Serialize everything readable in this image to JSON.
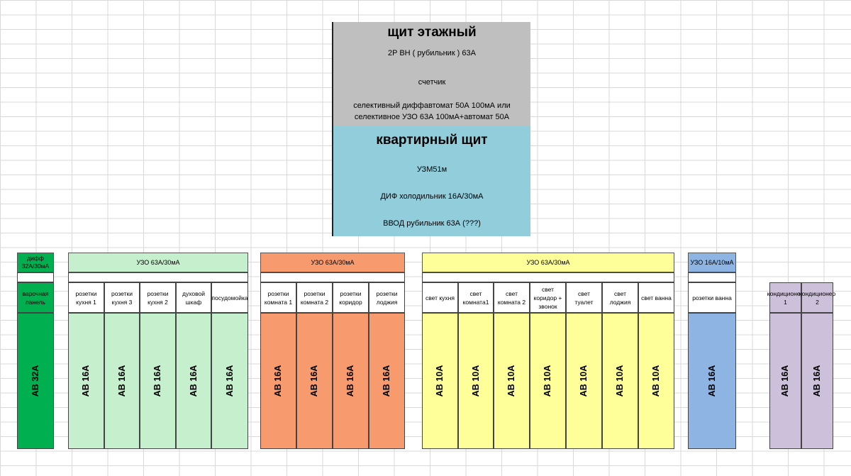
{
  "floor_panel": {
    "title": "щит этажный",
    "items": [
      "2P ВН ( рубильник ) 63А",
      "счетчик",
      "селективный диффавтомат 50А 100мА или",
      "селективное УЗО 63А 100мА+автомат 50А"
    ]
  },
  "apartment_panel": {
    "title": "квартирный щит",
    "items": [
      "УЗМ51м",
      "ДИФ холодильник 16А/30мА",
      "ВВОД рубильник 63А (???)"
    ]
  },
  "groups": [
    {
      "label": "дифф 32А/30мА",
      "color": "#00b050",
      "circuits": [
        {
          "label": "варочная панель",
          "rating": "АВ 32А"
        }
      ]
    },
    {
      "label": "УЗО 63А/30мА",
      "color": "#c6efce",
      "circuits": [
        {
          "label": "розетки кухня 1",
          "rating": "АВ 16А"
        },
        {
          "label": "розетки кухня 3",
          "rating": "АВ 16А"
        },
        {
          "label": "розетки кухня 2",
          "rating": "АВ 16А"
        },
        {
          "label": "духовой шкаф",
          "rating": "АВ 16А"
        },
        {
          "label": "посудомойка",
          "rating": "АВ 16А"
        }
      ]
    },
    {
      "label": "УЗО 63А/30мА",
      "color": "#f79a6e",
      "circuits": [
        {
          "label": "розетки комната 1",
          "rating": "АВ 16А"
        },
        {
          "label": "розетки комната 2",
          "rating": "АВ 16А"
        },
        {
          "label": "розетки коридор",
          "rating": "АВ 16А"
        },
        {
          "label": "розетки лоджия",
          "rating": "АВ 16А"
        }
      ]
    },
    {
      "label": "УЗО 63А/30мА",
      "color": "#ffff99",
      "circuits": [
        {
          "label": "свет кухня",
          "rating": "АВ 10А"
        },
        {
          "label": "свет комната1",
          "rating": "АВ 10А"
        },
        {
          "label": "свет комната 2",
          "rating": "АВ 10А"
        },
        {
          "label": "свет коридор + звонок",
          "rating": "АВ 10А"
        },
        {
          "label": "свет туалет",
          "rating": "АВ 10А"
        },
        {
          "label": "свет лоджия",
          "rating": "АВ 10А"
        },
        {
          "label": "свет ванна",
          "rating": "АВ 10А"
        }
      ]
    },
    {
      "label": "УЗО 16А/10мА",
      "color": "#8db4e2",
      "circuits": [
        {
          "label": "розетки ванна",
          "rating": "АВ 16А"
        }
      ]
    },
    {
      "label": "",
      "color": "#ccc0da",
      "circuits": [
        {
          "label": "кондиционер 1",
          "rating": "АВ 16А"
        },
        {
          "label": "кондиционер 2",
          "rating": "АВ 16А"
        }
      ]
    }
  ]
}
